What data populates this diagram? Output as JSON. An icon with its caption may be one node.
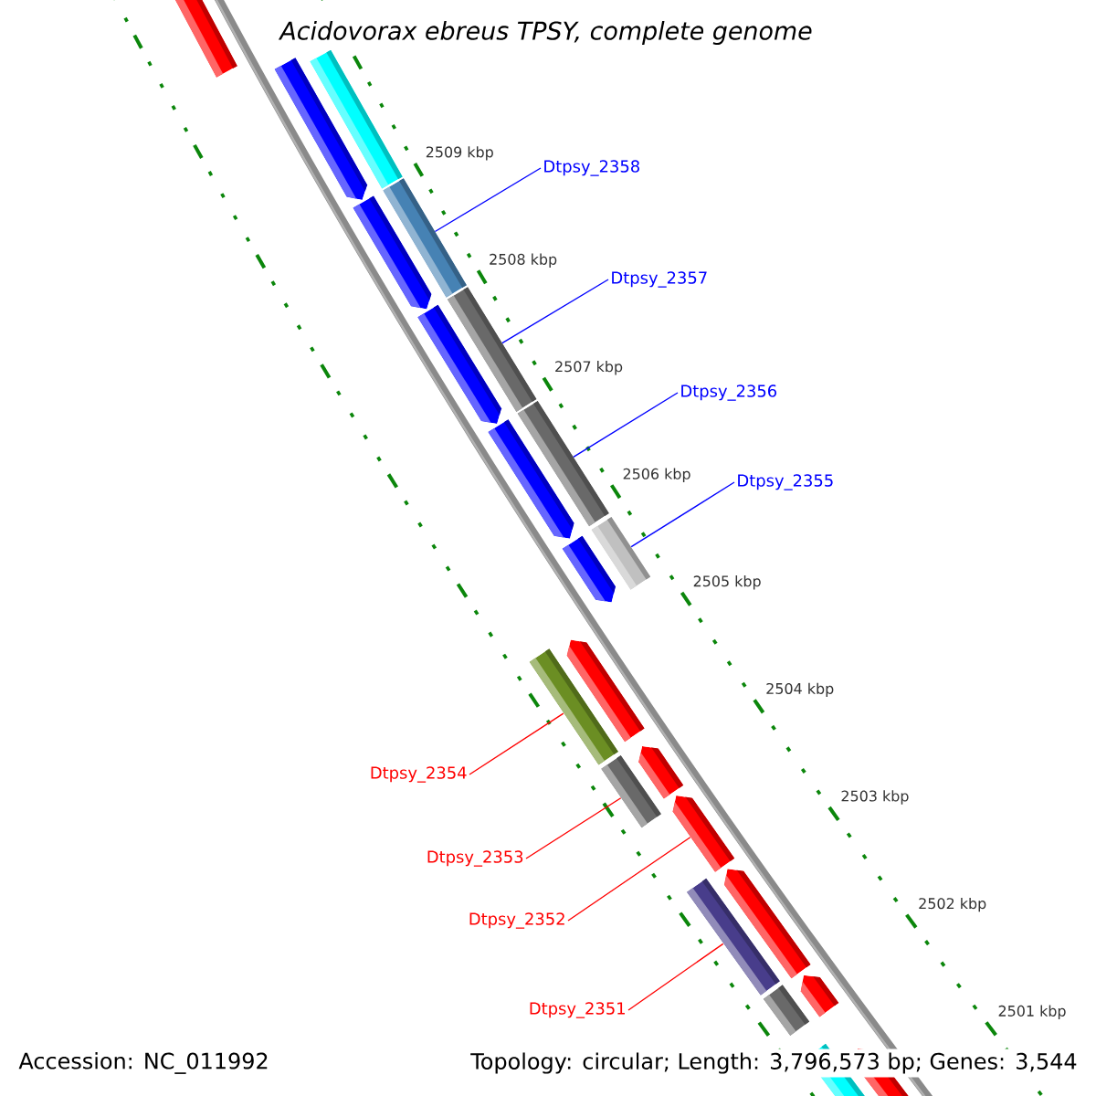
{
  "diagram": {
    "title": "Acidovorax ebreus TPSY, complete genome",
    "nodes": [
      {
        "text": [
          "Dtpsy_2358"
        ]
      },
      {
        "text": [
          "Dtpsy_2357"
        ]
      },
      {
        "text": [
          "Dtpsy_2356"
        ]
      },
      {
        "text": [
          "Dtpsy_2355"
        ]
      },
      {
        "text": [
          "Dtpsy_2354"
        ]
      },
      {
        "text": [
          "Dtpsy_2353"
        ]
      },
      {
        "text": [
          "Dtpsy_2352"
        ]
      },
      {
        "text": [
          "Dtpsy_2351"
        ]
      },
      {
        "text": [],
        "shape": "bar"
      },
      {
        "text": [],
        "shape": "bar"
      },
      {
        "text": [],
        "shape": "bar"
      },
      {
        "text": [],
        "shape": "bar"
      },
      {
        "text": [],
        "shape": "bar"
      },
      {
        "text": [],
        "shape": "bar"
      },
      {
        "text": [],
        "shape": "bar"
      },
      {
        "text": [],
        "shape": "bar"
      }
    ],
    "edges": [
      {
        "from": 0,
        "to": 8,
        "arrow": "none",
        "color": "#0000ff"
      },
      {
        "from": 1,
        "to": 9,
        "arrow": "none",
        "color": "#0000ff"
      },
      {
        "from": 2,
        "to": 10,
        "arrow": "none",
        "color": "#0000ff"
      },
      {
        "from": 3,
        "to": 11,
        "arrow": "none",
        "color": "#0000ff"
      },
      {
        "from": 4,
        "to": 12,
        "arrow": "none",
        "color": "#ff0000"
      },
      {
        "from": 5,
        "to": 13,
        "arrow": "none",
        "color": "#ff0000"
      },
      {
        "from": 6,
        "to": 14,
        "arrow": "none",
        "color": "#ff0000"
      },
      {
        "from": 7,
        "to": 15,
        "arrow": "none",
        "color": "#ff0000"
      }
    ],
    "labels": [
      "2509 kbp",
      "2508 kbp",
      "2507 kbp",
      "2506 kbp",
      "2505 kbp",
      "2504 kbp",
      "2503 kbp",
      "2502 kbp",
      "2501 kbp",
      "Accession: NC_011992",
      "Topology: circular; Length: 3,796,573 bp; Genes: 3,544"
    ]
  }
}
